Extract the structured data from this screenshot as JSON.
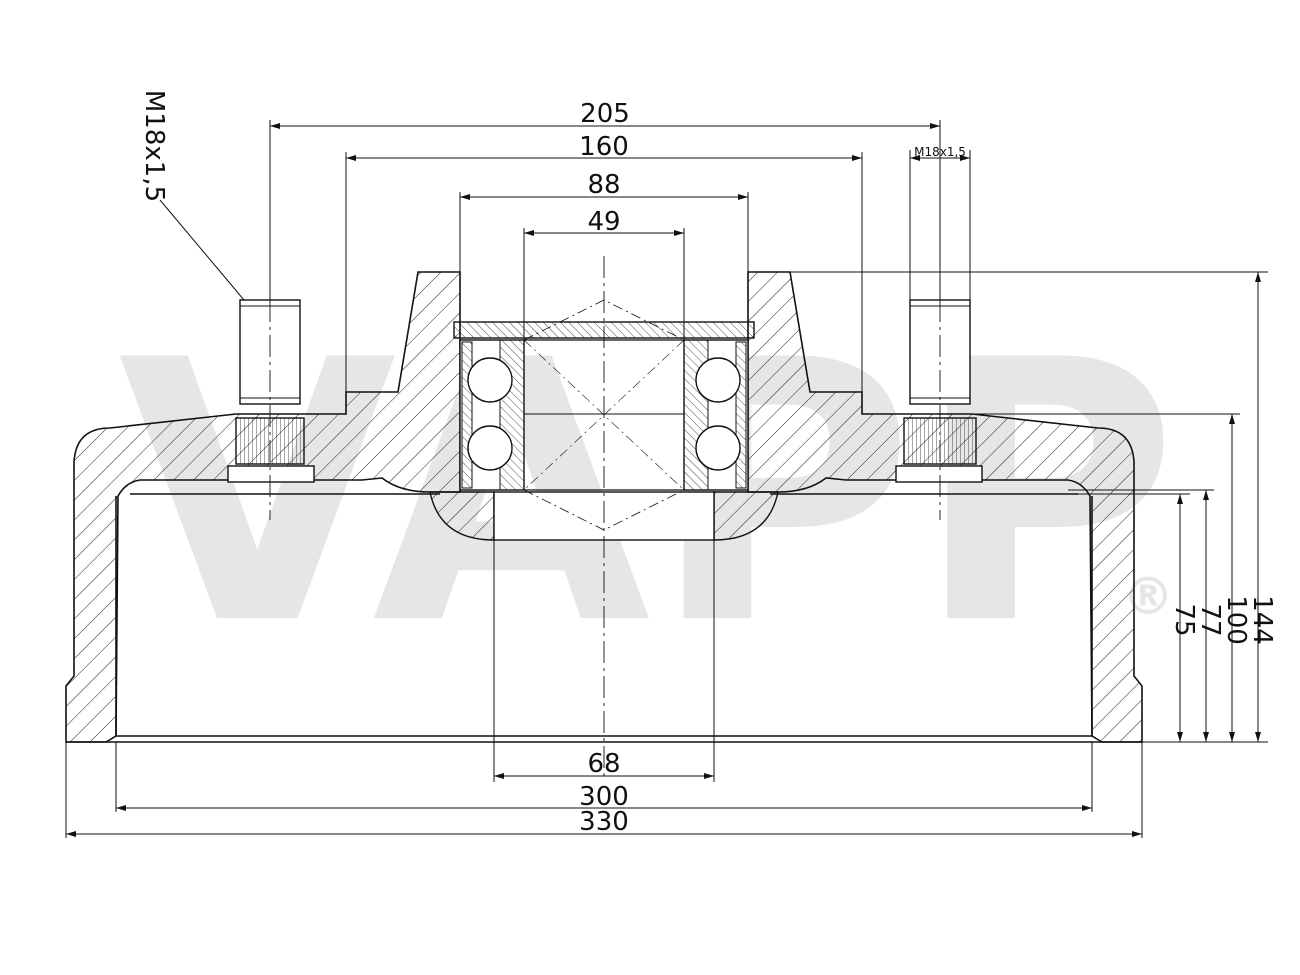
{
  "drawing": {
    "watermark": "VAPP",
    "registered_mark": "®",
    "thread_label_left": "M18x1,5",
    "thread_label_right": "M18x1,5",
    "dims_top": {
      "d205": "205",
      "d160": "160",
      "d88": "88",
      "d49": "49"
    },
    "dims_bottom": {
      "d68": "68",
      "d300": "300",
      "d330": "330"
    },
    "dims_right": {
      "d75": "75",
      "d77": "77",
      "d100": "100",
      "d144": "144"
    },
    "colors": {
      "line": "#111111",
      "watermark": "#e6e6e6"
    }
  }
}
